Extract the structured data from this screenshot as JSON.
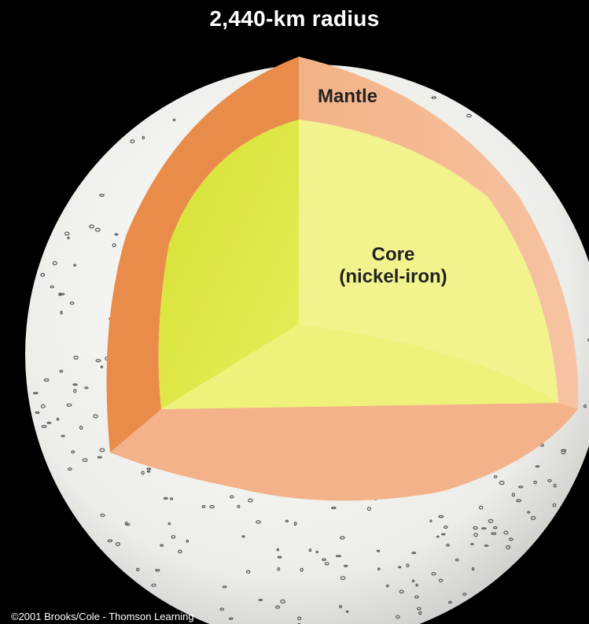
{
  "title": "2,440-km radius",
  "layers": {
    "mantle": "Mantle",
    "core_line1": "Core",
    "core_line2": "(nickel-iron)"
  },
  "credit": "©2001 Brooks/Cole - Thomson Learning",
  "colors": {
    "background": "#000000",
    "surface": "#eeeeea",
    "mantle_light": "#f6b48c",
    "mantle_dark": "#e88a48",
    "core_light": "#f2f28a",
    "core_dark": "#d8e030"
  }
}
